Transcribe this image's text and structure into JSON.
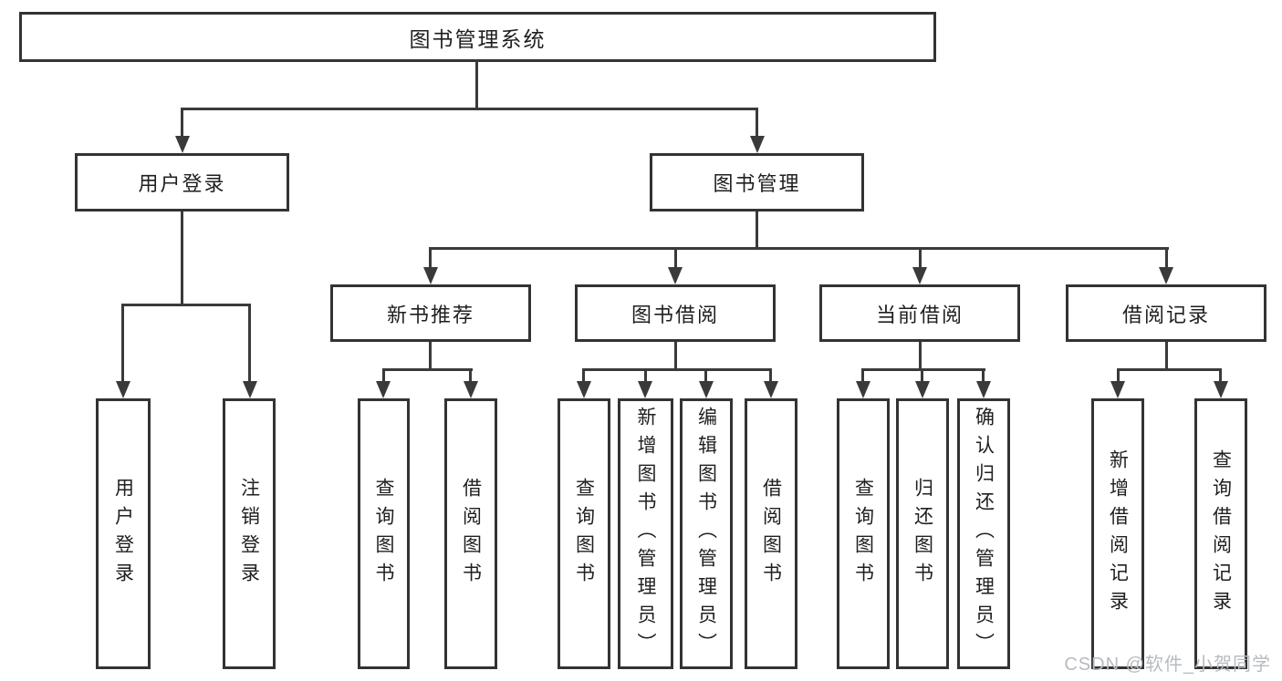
{
  "colors": {
    "line": "#3a3a3a",
    "box_border": "#333333",
    "box_fill": "#ffffff",
    "text": "#1f1f1f",
    "watermark": "#b7bbbf",
    "bg": "#ffffff"
  },
  "tree": {
    "label": "图书管理系统",
    "children": [
      {
        "label": "用户登录",
        "children": [
          {
            "label": "用户登录"
          },
          {
            "label": "注销登录"
          }
        ]
      },
      {
        "label": "图书管理",
        "children": [
          {
            "label": "新书推荐",
            "children": [
              {
                "label": "查询图书"
              },
              {
                "label": "借阅图书"
              }
            ]
          },
          {
            "label": "图书借阅",
            "children": [
              {
                "label": "查询图书"
              },
              {
                "label": "新增图书（管理员）"
              },
              {
                "label": "编辑图书（管理员）"
              },
              {
                "label": "借阅图书"
              }
            ]
          },
          {
            "label": "当前借阅",
            "children": [
              {
                "label": "查询图书"
              },
              {
                "label": "归还图书"
              },
              {
                "label": "确认归还（管理员）"
              }
            ]
          },
          {
            "label": "借阅记录",
            "children": [
              {
                "label": "新增借阅记录"
              },
              {
                "label": "查询借阅记录"
              }
            ]
          }
        ]
      }
    ]
  },
  "watermark": {
    "text": "CSDN @软件_小贺同学"
  }
}
